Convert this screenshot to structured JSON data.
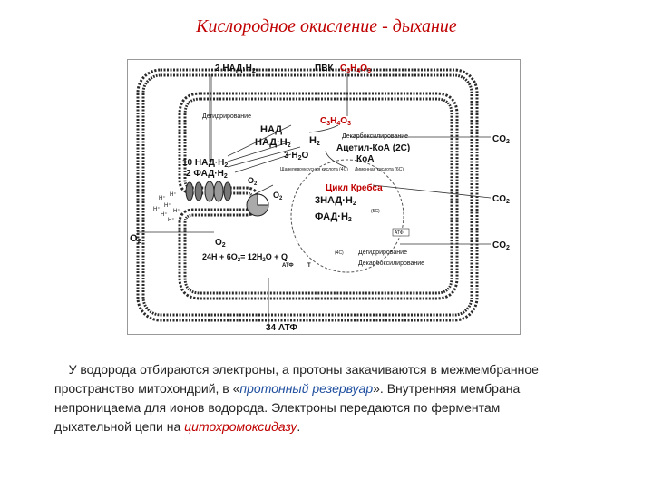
{
  "slide": {
    "title": "Кислородное окисление - дыхание"
  },
  "diagram": {
    "top_nadh2": "2 НАД·Н",
    "top_nadh2_sub": "2",
    "pvk": "ПВК",
    "pvk_formula": "C",
    "pvk_formula_parts": [
      "3",
      "H",
      "4",
      "O",
      "3"
    ],
    "pvk_inner": "C",
    "pvk_inner_parts": [
      "3",
      "H",
      "4",
      "O",
      "3"
    ],
    "degidr_top": "Дегидрирование",
    "decarb_top": "Декарбоксилирование",
    "nad": "НАД",
    "nadh2_mid": "НАД·Н",
    "nadh2_mid_sub": "2",
    "h2_mid": "Н",
    "h2_mid_sub": "2",
    "acetyl": "Ацетил-КоА (2С)",
    "h2o_3": "3 Н",
    "h2o_3_tail": "O",
    "h2o_3_sub": "2",
    "koa": "КоА",
    "nadh2_10": "10 НАД·Н",
    "nadh2_10_sub": "2",
    "fadh2_2": "2 ФАД·Н",
    "fadh2_2_sub": "2",
    "oxaloacet": "Щавелевоуксусная кислота (4С)",
    "citric": "Лимонная кислота (6С)",
    "krebs": "Цикл Кребса",
    "nadh2_3": "3НАД·Н",
    "nadh2_3_sub": "2",
    "fadh2": "ФАД·Н",
    "fadh2_sub": "2",
    "c5": "(5С)",
    "atf_small": "АТФ",
    "c4": "(4С)",
    "o2_right": "O",
    "o2_right_sub": "2",
    "o2_small": "O",
    "o2_small_sub": "2",
    "o2_left": "O",
    "o2_left_sub": "2",
    "o2_mid": "O",
    "o2_mid_sub": "2",
    "equation": "24Н + 6O",
    "equation_parts": [
      "2",
      "= 12Н",
      "2",
      "O + Q",
      "АТФ",
      "Т"
    ],
    "degidr_bottom": "Дегидрирование",
    "decarb_bottom": "Декарбоксилирование",
    "co2": "CO",
    "co2_sub": "2",
    "atf_34": "34 АТФ",
    "h_plus": "Н⁺"
  },
  "caption": {
    "line1": "У водорода отбираются электроны, а протоны закачиваются в межмембранное",
    "line2_a": "пространство митохондрий, в «",
    "line2_em": "протонный резервуар",
    "line2_b": "». Внутренняя мембрана",
    "line3": "непроницаема для ионов водорода. Электроны передаются по ферментам",
    "line4_a": "дыхательной цепи на ",
    "line4_em": "цитохромоксидазу",
    "line4_b": "."
  },
  "colors": {
    "title": "#c00000",
    "membrane": "#2b2b2b",
    "accent_red": "#c00000",
    "emphasis_blue": "#1f4e9e"
  }
}
